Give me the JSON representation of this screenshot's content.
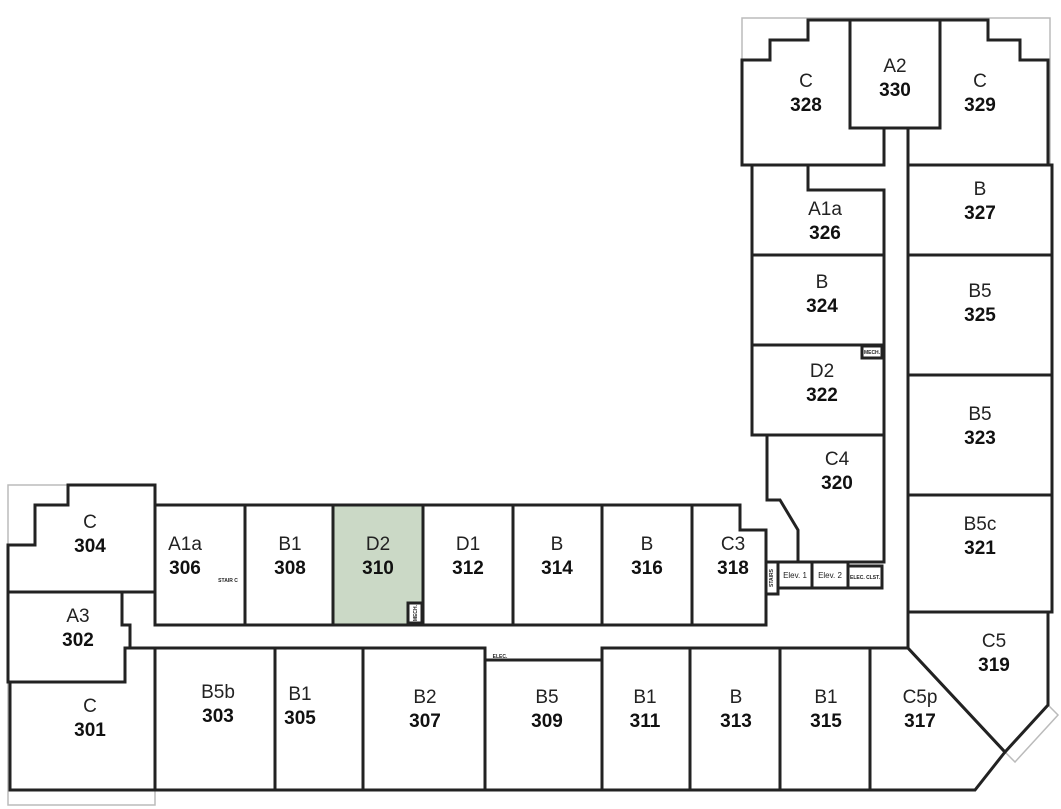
{
  "highlight_color": "#cbd9c6",
  "highlighted_unit": "310",
  "units": [
    {
      "number": "301",
      "type": "C"
    },
    {
      "number": "302",
      "type": "A3"
    },
    {
      "number": "303",
      "type": "B5b"
    },
    {
      "number": "304",
      "type": "C"
    },
    {
      "number": "305",
      "type": "B1"
    },
    {
      "number": "306",
      "type": "A1a"
    },
    {
      "number": "307",
      "type": "B2"
    },
    {
      "number": "308",
      "type": "B1"
    },
    {
      "number": "309",
      "type": "B5"
    },
    {
      "number": "310",
      "type": "D2"
    },
    {
      "number": "311",
      "type": "B1"
    },
    {
      "number": "312",
      "type": "D1"
    },
    {
      "number": "313",
      "type": "B"
    },
    {
      "number": "314",
      "type": "B"
    },
    {
      "number": "315",
      "type": "B1"
    },
    {
      "number": "316",
      "type": "B"
    },
    {
      "number": "317",
      "type": "C5p"
    },
    {
      "number": "318",
      "type": "C3"
    },
    {
      "number": "319",
      "type": "C5"
    },
    {
      "number": "320",
      "type": "C4"
    },
    {
      "number": "321",
      "type": "B5c"
    },
    {
      "number": "322",
      "type": "D2"
    },
    {
      "number": "323",
      "type": "B5"
    },
    {
      "number": "324",
      "type": "B"
    },
    {
      "number": "325",
      "type": "B5"
    },
    {
      "number": "326",
      "type": "A1a"
    },
    {
      "number": "327",
      "type": "B"
    },
    {
      "number": "328",
      "type": "C"
    },
    {
      "number": "329",
      "type": "C"
    },
    {
      "number": "330",
      "type": "A2"
    }
  ],
  "service_rooms": {
    "elev1": "Elev. 1",
    "elev2": "Elev. 2",
    "elec_closet": "ELEC. CLST.",
    "stairs": "STAIRS",
    "stair_c": "STAIR C",
    "mech_310": "MECH.",
    "mech_322": "MECH.",
    "elec": "ELEC."
  }
}
